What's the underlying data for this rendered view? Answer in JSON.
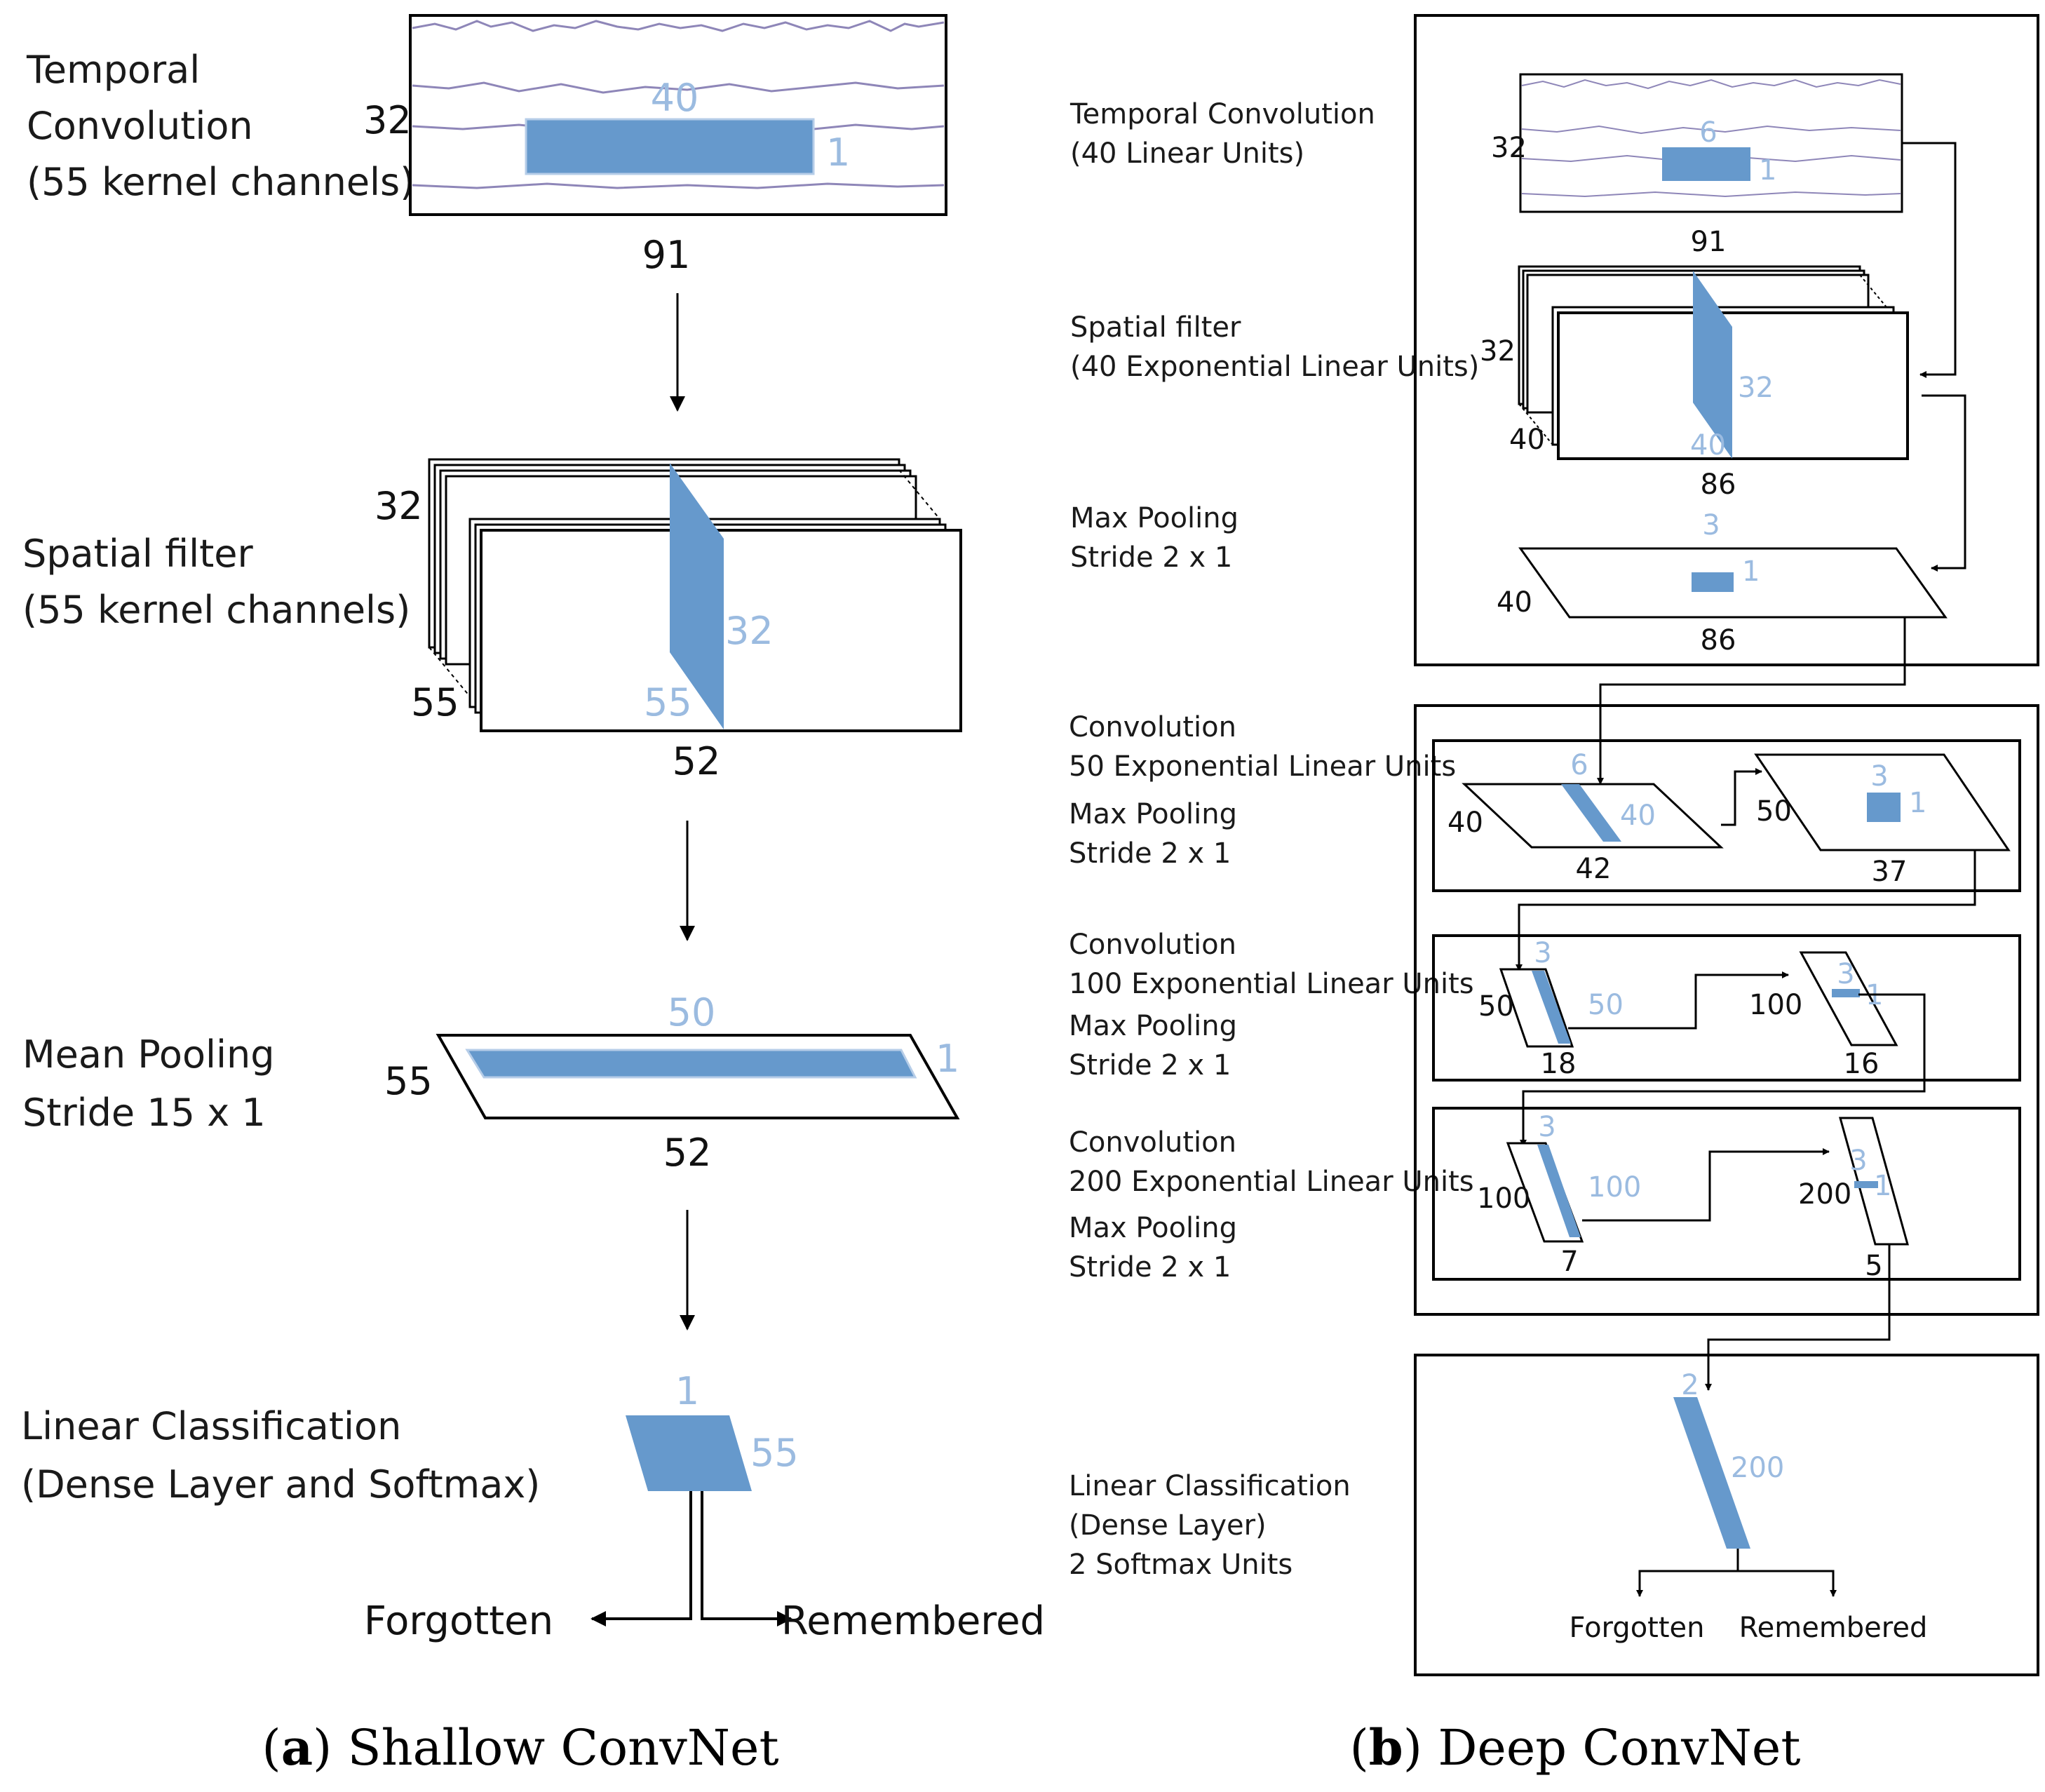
{
  "colors": {
    "blue_fill": "#6699cc",
    "blue_text": "#9bbbe0",
    "line": "#000000",
    "signal": "#8e86b8"
  },
  "shallow": {
    "temporal": {
      "label_lines": [
        "Temporal",
        "Convolution",
        "(55 kernel channels)"
      ],
      "h": "32",
      "w": "91",
      "kh": "40",
      "kw": "1"
    },
    "spatial": {
      "label_lines": [
        "Spatial filter",
        "(55 kernel channels)"
      ],
      "h": "32",
      "depth": "55",
      "w": "52",
      "kh": "32",
      "kd": "55"
    },
    "pool": {
      "label_lines": [
        "Mean Pooling",
        "Stride 15 x 1"
      ],
      "depth": "55",
      "w": "52",
      "kh": "50",
      "kw": "1"
    },
    "cls": {
      "label_lines": [
        "Linear Classification",
        "(Dense Layer and Softmax)"
      ],
      "top": "1",
      "side": "55"
    },
    "out_left": "Forgotten",
    "out_right": "Remembered"
  },
  "deep": {
    "temporal": {
      "label_lines": [
        "Temporal Convolution",
        "(40 Linear Units)"
      ],
      "h": "32",
      "w": "91",
      "kh": "6",
      "kw": "1"
    },
    "spatial": {
      "label_lines": [
        "Spatial filter",
        "(40 Exponential Linear Units)"
      ],
      "h": "32",
      "depth": "40",
      "w": "86",
      "kh": "32",
      "kd": "40"
    },
    "pool1": {
      "label_lines": [
        "Max Pooling",
        "Stride 2 x 1"
      ],
      "depth": "40",
      "w": "86",
      "kh": "3",
      "kw": "1"
    },
    "block1": {
      "label_lines": [
        "Convolution",
        "50 Exponential Linear Units",
        "Max Pooling",
        "Stride 2 x 1"
      ],
      "in_d": "40",
      "in_w": "42",
      "kh": "6",
      "kd": "40",
      "out_d": "50",
      "out_w": "37",
      "pk": "3",
      "pk1": "1"
    },
    "block2": {
      "label_lines": [
        "Convolution",
        "100 Exponential Linear Units",
        "Max Pooling",
        "Stride 2 x 1"
      ],
      "in_d": "50",
      "in_w": "18",
      "kh": "3",
      "kd": "50",
      "out_d": "100",
      "out_w": "16",
      "pk": "3",
      "pk1": "1"
    },
    "block3": {
      "label_lines": [
        "Convolution",
        "200 Exponential Linear Units",
        "Max Pooling",
        "Stride 2 x 1"
      ],
      "in_d": "100",
      "in_w": "7",
      "kh": "3",
      "kd": "100",
      "out_d": "200",
      "out_w": "5",
      "pk": "3",
      "pk1": "1"
    },
    "cls": {
      "label_lines": [
        "Linear Classification",
        "(Dense Layer)",
        "2 Softmax Units"
      ],
      "top": "2",
      "side": "200"
    },
    "out_left": "Forgotten",
    "out_right": "Remembered"
  },
  "captions": {
    "a_letter": "a",
    "a_text": " Shallow ConvNet",
    "b_letter": "b",
    "b_text": " Deep ConvNet"
  }
}
